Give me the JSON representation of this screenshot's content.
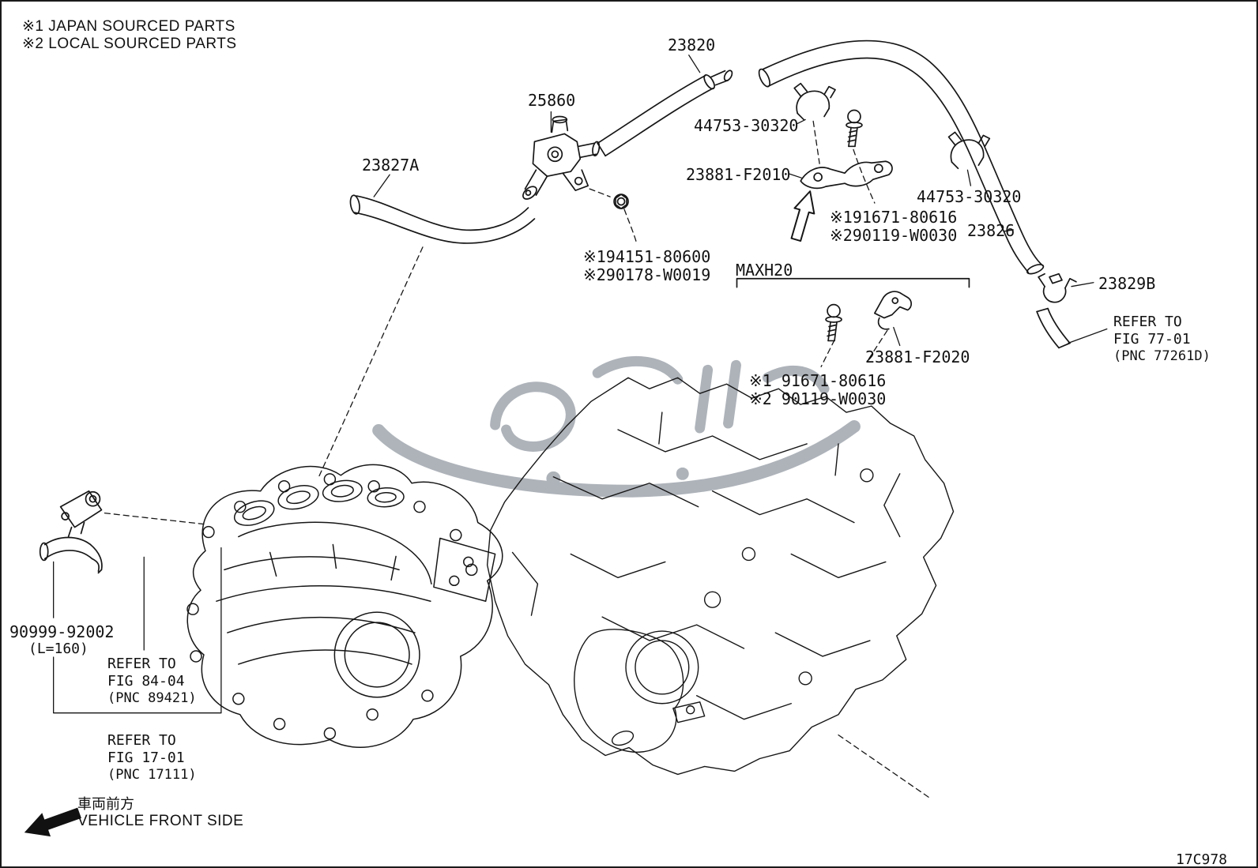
{
  "page": {
    "diagram_code": "17C978"
  },
  "notes": {
    "line1": "※1 JAPAN SOURCED PARTS",
    "line2": "※2 LOCAL SOURCED PARTS"
  },
  "labels": {
    "hose_23820": "23820",
    "valve_25860": "25860",
    "hose_23827a": "23827A",
    "clamp_44753_upper": "44753-30320",
    "bracket_23881_f2010": "23881-F2010",
    "clamp_44753_right": "44753-30320",
    "hose_23826": "23826",
    "bolt_note_upper_1": "※191671-80616",
    "bolt_note_upper_2": "※290119-W0030",
    "nut_note_1": "※194151-80600",
    "nut_note_2": "※290178-W0019",
    "range_maxh20": "MAXH20",
    "clamp_23829b": "23829B",
    "refer_fig7701": {
      "line1": "REFER TO",
      "line2": "FIG 77-01",
      "line3": "(PNC 77261D)"
    },
    "bracket_23881_f2020": "23881-F2020",
    "bolt_note_lower_1": "※1 91671-80616",
    "bolt_note_lower_2": "※2 90119-W0030",
    "sensor_90999": "90999-92002",
    "sensor_90999_len": "(L=160)",
    "refer_fig8404": {
      "line1": "REFER TO",
      "line2": "FIG 84-04",
      "line3": "(PNC 89421)"
    },
    "refer_fig1701": {
      "line1": "REFER TO",
      "line2": "FIG 17-01",
      "line3": "(PNC 17111)"
    },
    "front_side_jp": "車両前方",
    "front_side_en": "VEHICLE FRONT SIDE"
  }
}
